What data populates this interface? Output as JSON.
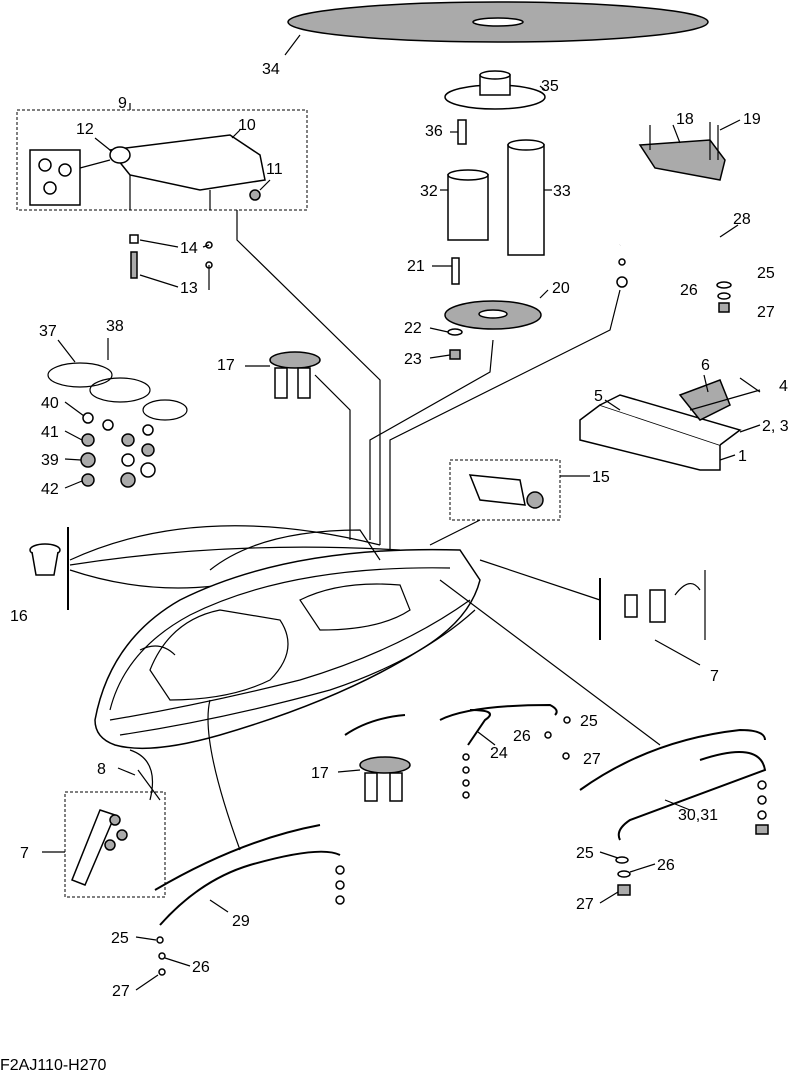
{
  "diagram_code": "F2AJ110-H270",
  "labels": [
    "34",
    "35",
    "9",
    "12",
    "10",
    "36",
    "18",
    "19",
    "11",
    "32",
    "33",
    "28",
    "14",
    "21",
    "25",
    "13",
    "26",
    "20",
    "27",
    "37",
    "38",
    "22",
    "23",
    "17",
    "6",
    "4",
    "5",
    "40",
    "2, 3",
    "41",
    "39",
    "1",
    "42",
    "15",
    "16",
    "7",
    "25",
    "26",
    "27",
    "24",
    "8",
    "17",
    "30,31",
    "7",
    "25",
    "26",
    "29",
    "27",
    "25",
    "26",
    "27"
  ]
}
